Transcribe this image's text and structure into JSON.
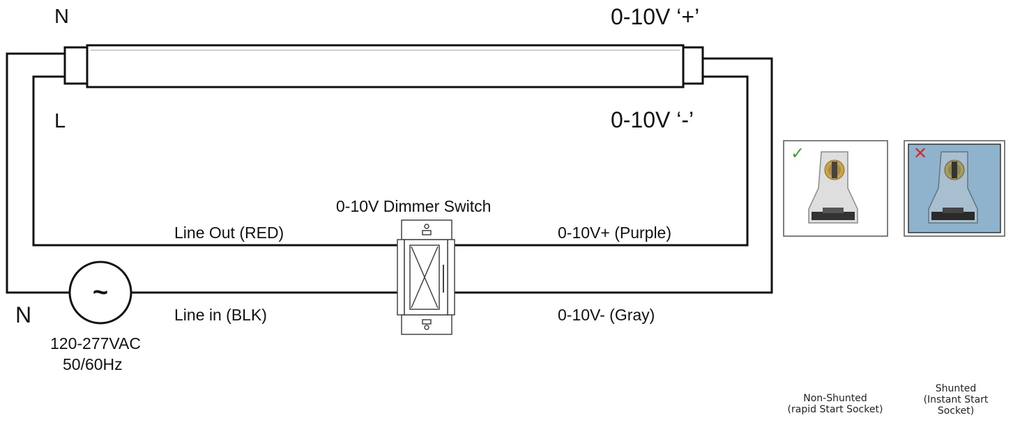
{
  "labels": {
    "n_top": "N",
    "l_top": "L",
    "plus_label": "0-10V ‘+’",
    "minus_label": "0-10V ‘-’",
    "dimmer_title": "0-10V Dimmer Switch",
    "line_out": "Line Out (RED)",
    "purple": "0-10V+ (Purple)",
    "line_in": "Line in (BLK)",
    "gray": "0-10V- (Gray)",
    "n_bottom": "N",
    "voltage": "120-277VAC",
    "frequency": "50/60Hz",
    "ac_symbol": "~"
  },
  "sockets": {
    "non_shunted": {
      "mark": "✓",
      "mark_color": "#3aa63a",
      "caption": "Non-Shunted\n(rapid Start Socket)"
    },
    "shunted": {
      "mark": "✕",
      "mark_color": "#d42a2a",
      "caption": "Shunted\n(Instant Start\nSocket)"
    }
  },
  "colors": {
    "wire": "#111111",
    "shunted_background": "#8fb3cc"
  }
}
